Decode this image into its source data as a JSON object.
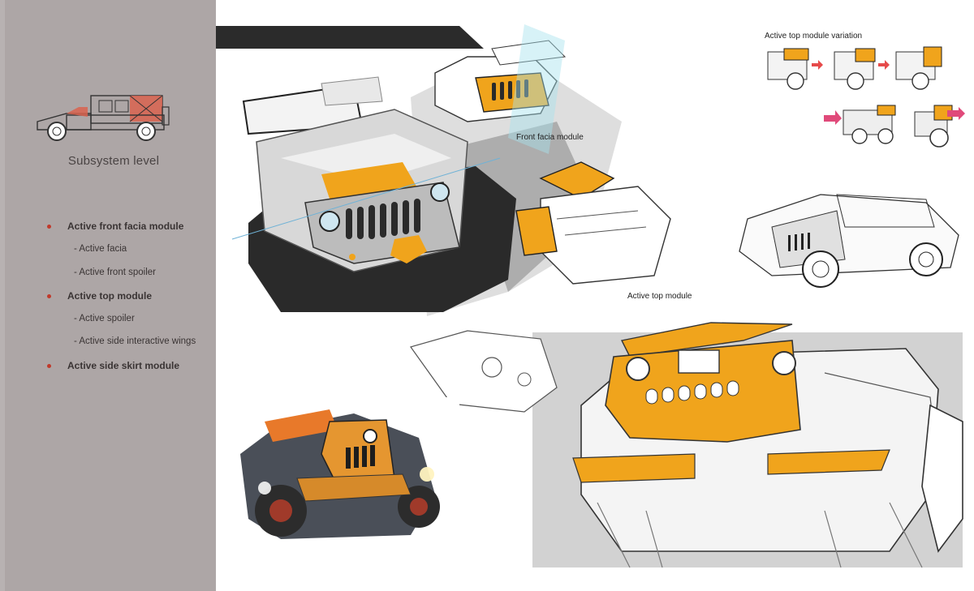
{
  "sidebar": {
    "title": "Subsystem level",
    "modules": [
      {
        "label": "Active front facia module",
        "items": [
          "- Active facia",
          "- Active front spoiler"
        ]
      },
      {
        "label": "Active top module",
        "items": [
          "- Active spoiler",
          "- Active side interactive wings"
        ]
      },
      {
        "label": "Active side skirt module",
        "items": []
      }
    ]
  },
  "captions": {
    "front_facia": "Front facia module",
    "top_module": "Active top module",
    "top_variation": "Active top module variation"
  },
  "colors": {
    "sidebar_bg": "#ada6a6",
    "accent_orange": "#f0a41c",
    "bullet_red": "#c0392b"
  },
  "icons": [
    "jeep-thumbnail-icon",
    "arrow-right-icon"
  ]
}
